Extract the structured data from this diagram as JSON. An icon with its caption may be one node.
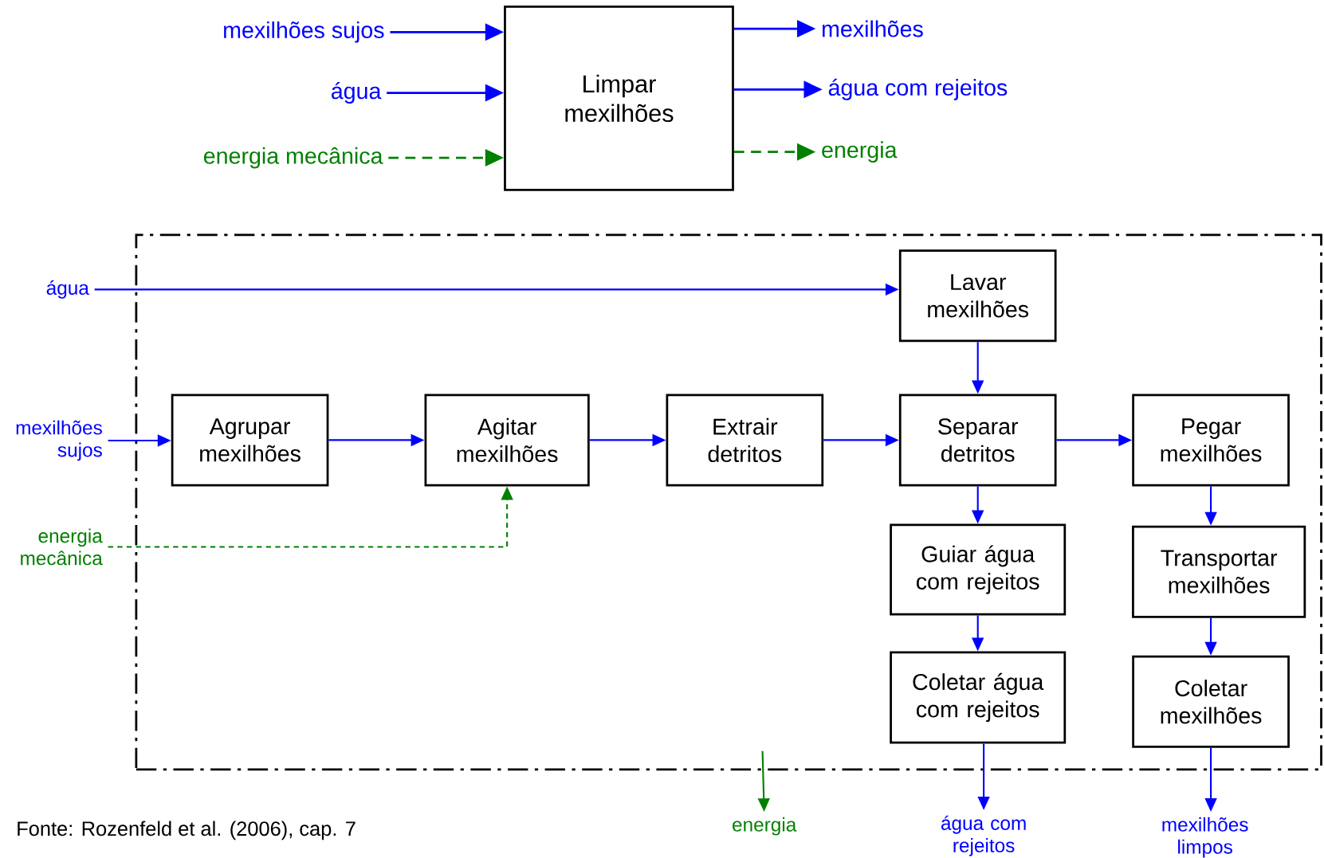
{
  "diagram": {
    "caption": "Fonte: Rozenfeld et al. (2006), cap. 7",
    "nodes": [
      {
        "text": [
          "Limpar mexilhões"
        ]
      },
      {
        "text": [
          "mexilhões sujos"
        ]
      },
      {
        "text": [
          "água"
        ]
      },
      {
        "text": [
          "energia mecânica"
        ]
      },
      {
        "text": [
          "mexilhões"
        ]
      },
      {
        "text": [
          "água com rejeitos"
        ]
      },
      {
        "text": [
          "energia"
        ]
      },
      {
        "text": [],
        "shape": "box"
      },
      {
        "text": [
          "Lavar mexilhões"
        ],
        "in": 7
      },
      {
        "text": [
          "Agrupar mexilhões"
        ],
        "in": 7
      },
      {
        "text": [
          "Agitar mexilhões"
        ],
        "in": 7
      },
      {
        "text": [
          "Extrair detritos"
        ],
        "in": 7
      },
      {
        "text": [
          "Separar detritos"
        ],
        "in": 7
      },
      {
        "text": [
          "Pegar mexilhões"
        ],
        "in": 7
      },
      {
        "text": [
          "Guiar água com rejeitos"
        ],
        "in": 7
      },
      {
        "text": [
          "Transportar mexilhões"
        ],
        "in": 7
      },
      {
        "text": [
          "Coletar água com rejeitos"
        ],
        "in": 7
      },
      {
        "text": [
          "Coletar mexilhões"
        ],
        "in": 7
      },
      {
        "text": [
          "água"
        ]
      },
      {
        "text": [
          "mexilhões sujos"
        ]
      },
      {
        "text": [
          "energia mecânica"
        ]
      },
      {
        "text": [
          "energia"
        ]
      },
      {
        "text": [
          "água com rejeitos"
        ]
      },
      {
        "text": [
          "mexilhões limpos"
        ]
      }
    ],
    "edges": [
      {
        "from": 1,
        "to": 0,
        "arrow": "to"
      },
      {
        "from": 2,
        "to": 0,
        "arrow": "to"
      },
      {
        "from": 3,
        "to": 0,
        "arrow": "to",
        "style": "dashed",
        "color": "#008000"
      },
      {
        "from": 0,
        "to": 4,
        "arrow": "to"
      },
      {
        "from": 0,
        "to": 5,
        "arrow": "to"
      },
      {
        "from": 0,
        "to": 6,
        "arrow": "to",
        "style": "dashed",
        "color": "#008000"
      },
      {
        "from": 18,
        "to": 8,
        "arrow": "to"
      },
      {
        "from": 19,
        "to": 9,
        "arrow": "to"
      },
      {
        "from": 9,
        "to": 10,
        "arrow": "to"
      },
      {
        "from": 10,
        "to": 11,
        "arrow": "to"
      },
      {
        "from": 11,
        "to": 12,
        "arrow": "to"
      },
      {
        "from": 12,
        "to": 13,
        "arrow": "to"
      },
      {
        "from": 8,
        "to": 12,
        "arrow": "to"
      },
      {
        "from": 20,
        "to": 10,
        "arrow": "to",
        "style": "dashed",
        "color": "#008000"
      },
      {
        "from": 12,
        "to": 14,
        "arrow": "to"
      },
      {
        "from": 14,
        "to": 16,
        "arrow": "to"
      },
      {
        "from": 13,
        "to": 15,
        "arrow": "to"
      },
      {
        "from": 15,
        "to": 17,
        "arrow": "to"
      },
      {
        "from": 16,
        "to": 22,
        "arrow": "to"
      },
      {
        "from": 17,
        "to": 23,
        "arrow": "to"
      },
      {
        "from": null,
        "to": 21,
        "arrow": "to",
        "color": "#008000"
      }
    ]
  }
}
